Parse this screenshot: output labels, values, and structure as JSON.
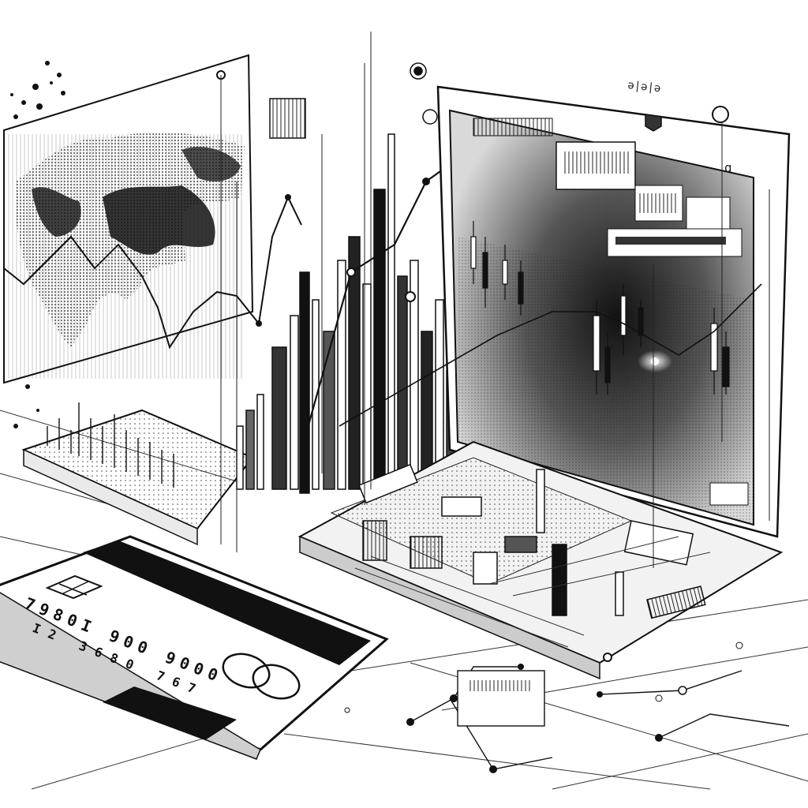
{
  "illustration": {
    "colors": {
      "ink": "#111111",
      "paper": "#ffffff",
      "mid": "#777777",
      "light": "#cfcfcf"
    }
  },
  "credit_card": {
    "number_line_1": "7980I 900 9000",
    "number_line_2": "I2 3680 767"
  },
  "monitor": {
    "corner_label": "ə|ə|ə",
    "side_label": "ɑ"
  },
  "icons": [
    "card-chip-icon",
    "card-logo-circles-icon",
    "node-marker-icon"
  ]
}
